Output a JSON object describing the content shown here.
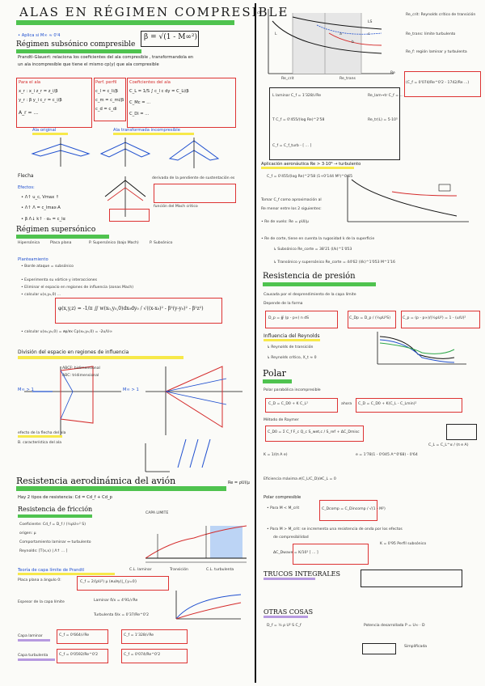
{
  "left": {
    "title": "ALAS EN RÉGIMEN COMPRESIBLE",
    "subsonic_heading": "Régimen subsónico compresible",
    "applies": "• Aplica si M∞ ≈ 0'4",
    "beta": "β = √(1 - M∞²)",
    "prandtl_line1": "Prandtl-Glauert: relaciona los coeficientes del ala compresible , transformandola en",
    "prandtl_line2": "un ala incompresible que tiene el mismo cp(y) que ala compresible",
    "col_wing": "Para el ala",
    "col_profile": "Perf. perfil",
    "col_coeffs": "Coeficientes del ala",
    "wing_lines": [
      "x_r : x_i  z_r = z_i/β",
      "y_r : β y_i   c_r = c_i/β",
      "A_r = ..."
    ],
    "profile_lines": [
      "c_l = c_li/β",
      "c_m = c_mi/β",
      "c_d = c_di"
    ],
    "coef_lines": [
      "C_L = 1/S ∫ c_l c dy = C_Li/β",
      "C_Mc = ...",
      "C_Di = ..."
    ],
    "wing_orig": "Ala original",
    "wing_trans": "Ala transformada incompresible",
    "flecha": "Flecha",
    "efectos": "Efectos:",
    "ef1": "• Λ↑   u_c, Vmax ↑",
    "ef2": "• Λ↑   Λ = c_lmax·A",
    "ef3": "• β Λ↓   k↑ · α₀ = c_lα",
    "flecha_note1": "derivada de la pendiente de sustentación es",
    "flecha_note2": "función del Mach critico",
    "supersonic_heading": "Régimen supersónico",
    "super_cols": [
      "Hipersónica",
      "Placa plana",
      "P. Supersónico (bajo Mach)",
      "P. Subsónico"
    ],
    "planteamiento": "Planteamiento",
    "plan_lines": [
      "• Borde ataque = subsónico",
      "• Experimenta su vórtice y interacciones",
      "• Eliminar el espacio en regiones de influencia (zonas Mach)",
      "• calcular   u(x,y₀,0) ..."
    ],
    "phi_formula": "φ(x,y,z) = -1/π ∬ w(x₀,y₀,0)dx₀dy₀ / √((x-x₀)² - β²(y-y₀)² - β²z²)",
    "calc_u": "• calcular   u(x₀,y₀,0) = ∂φ/∂x        Cp(x₀,y₀,0) = -2u/U∞",
    "division_heading": "División del espacio en regiones de influencia",
    "abc_bidim": "ABCF: bidimensional",
    "abc_tri": "ABC: tridimensional",
    "m_gt1": "M∞ > 1",
    "effect_note1": "efecto de la flecha del ala",
    "effect_note2": "B. característica del ala",
    "resist_heading": "Resistencia aerodinámica del avión",
    "re_formula": "Re = ρUl/μ",
    "tipos": "Hay 2 tipos de resistencia:   Cd = Cd_f + Cd_p",
    "friccion_heading": "Resistencia de fricción",
    "friccion_lines": [
      "Coeficiente: Cd_f = D_f / (½ρU∞² S)",
      "origen: μ",
      "Comportamiento laminar ↔ turbulento",
      "Reynolds: [T(x,x) | Λ↑ ... ]"
    ],
    "capa_limite": "CAPA LIMITE",
    "cl_laminar": "C.L. laminar",
    "cl_turb": "C.L. turbulenta",
    "transition": "Transición",
    "teoria": "Teoría de capa límite de Prandtl",
    "placa_plana": "Placa plana a ángulo 0:",
    "ecuacion": "C_f = 2/(ρU²) μ (∂u/∂y)|_{y=0}",
    "espesor": "Espesor de la capa límite",
    "laminar_f": "Laminar   δ/x = 4'91/√Re",
    "turb_f": "Turbulenta   δ/x = 0'37/Re^0'2",
    "capa_lam": "Capa laminar",
    "capa_turb": "Capa turbulenta",
    "lam_cf1": "C_f = 0'664/√Re",
    "lam_cf2": "C_f = 1'328/√Re",
    "turb_cf1": "C_f = 0'0592/Re^0'2",
    "turb_cf2": "C_f = 0'074/Re^0'2"
  },
  "right": {
    "chart_labels": [
      "cf",
      "Re",
      "Re_crit",
      "Re_trans",
      "L",
      "T",
      "a",
      "b",
      "c",
      "LS"
    ],
    "re_note1": "Re_crit: Reynolds crítico de transición",
    "re_note2": "Re_trans: límite turbulento",
    "re_note3": "Re_f: región laminar y turbulenta",
    "cf_eq": "(C_f = 0'074/Re^0'2 - 1742/Re ...)",
    "laminar_row": "L laminar   C_f = 1'328/√Re",
    "turb_row": "T   C_f = 0'455/(log Re)^2'58",
    "lam_trans": "Re_lam→tr   C_f = ...",
    "turb_partial": "Re_tr(L) = 5·10⁵",
    "combined": "C_f = C_f_turb - [ ... ]",
    "aplicacion": "Aplicación aeronáutica   Re > 3·10⁶ → turbulento",
    "cf_formula": "C_f = 0'455/(log Re)^2'58 (1+0'144 M²)^0'65",
    "tomar": "Tomar C_f como aproximación al",
    "re_menor": "Re menor entre los 2 siguientes:",
    "re_ala": "• Re de vuelo: Re = ρUl/μ",
    "re_corte": "• Re de corte, tiene en cuenta la rugosidad k de la superficie",
    "subsonico_re": "↳ Subsónico   Re_corte = 38'21 (l/k)^1'053",
    "transonico_re": "↳ Transónico y supersónico   Re_corte = 44'62 (l/k)^1'053 M^1'16",
    "presion_heading": "Resistencia de presión",
    "presion_line1": "Causada por el desprendimiento de la capa límite",
    "presion_line2": "Depende de la forma",
    "dp_formula": "D_p = ∯ (p - p∞) n dS",
    "cdp_formula": "C_Dp = D_p / (½ρU²S)",
    "cp_formula": "C_p = (p - p∞)/(½ρU²) = 1 - (u/U)²",
    "influencia": "Influencia del Reynolds",
    "inf1": "↳ Reynolds de transición",
    "inf2": "↳ Reynolds crítico, X_t ≈ 0",
    "polar_heading": "Polar",
    "polar_para": "Polar parabólica incompresible",
    "cd_parab": "C_D = C_D0 + K C_L²",
    "cd_full": "C_D = C_D0 + K(C_L - C_Lmin)²",
    "ahora": "ahora",
    "metodo": "Método de Raymer",
    "cd0_formula": "C_D0 = Σ C_f F_c Q_c S_wet,c / S_ref + ΔC_Dmisc",
    "oswald": "C_L = C_L^α / (π e A)",
    "k_formula": "K = 1/(π A e)",
    "e_formula": "e = 1'78(1 - 0'045 A^0'68) - 0'64",
    "eficiencia": "Eficiencia máxima   ∂(C_L/C_D)/∂C_L = 0",
    "polar_comp": "Polar compresible",
    "mach_crit": "• Para M < M_crit",
    "cdcomp": "C_Dcomp = C_Dincomp / √(1 - M²)",
    "m_gt_crit": "• Para M > M_crit: se incrementa una resistencia de onda por los efectos",
    "compresibilidad": "de compresibilidad",
    "delta_cd": "ΔC_Dwave = K/10³ [ ... ]",
    "k_vals": "K = 0'95  Perfil subsónico",
    "trucos": "TRUCOS INTEGRALES",
    "otras": "OTRAS COSAS",
    "df_formula": "D_f = ½ ρ U² S C_f",
    "potencia": "Potencia desarrollada   P = U∞ · D",
    "simplified": "Simplificada"
  }
}
